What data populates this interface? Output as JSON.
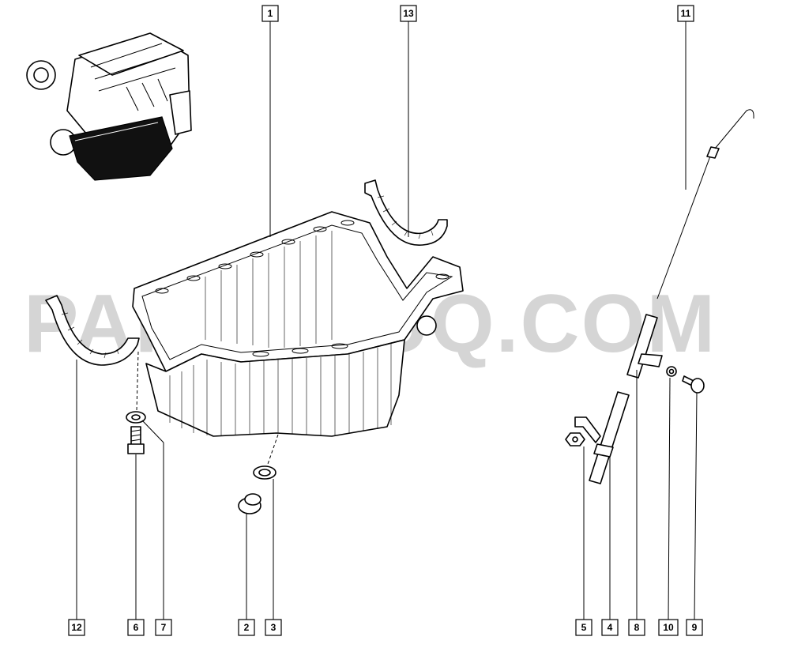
{
  "watermark": {
    "text": "PARTSOUQ.COM",
    "color": "#c8c8c8"
  },
  "callouts": [
    {
      "id": "c1",
      "label": "1",
      "part": "oil-pan"
    },
    {
      "id": "c13",
      "label": "13",
      "part": "pan-gasket-rear"
    },
    {
      "id": "c11",
      "label": "11",
      "part": "dipstick"
    },
    {
      "id": "c12",
      "label": "12",
      "part": "pan-gasket-front"
    },
    {
      "id": "c6",
      "label": "6",
      "part": "pan-bolt"
    },
    {
      "id": "c7",
      "label": "7",
      "part": "pan-washer"
    },
    {
      "id": "c2",
      "label": "2",
      "part": "drain-plug"
    },
    {
      "id": "c3",
      "label": "3",
      "part": "drain-plug-seal"
    },
    {
      "id": "c5",
      "label": "5",
      "part": "tube-nut"
    },
    {
      "id": "c4",
      "label": "4",
      "part": "dipstick-tube-lower"
    },
    {
      "id": "c8",
      "label": "8",
      "part": "dipstick-tube-upper"
    },
    {
      "id": "c10",
      "label": "10",
      "part": "tube-bracket-washer"
    },
    {
      "id": "c9",
      "label": "9",
      "part": "tube-bracket-bolt"
    }
  ]
}
